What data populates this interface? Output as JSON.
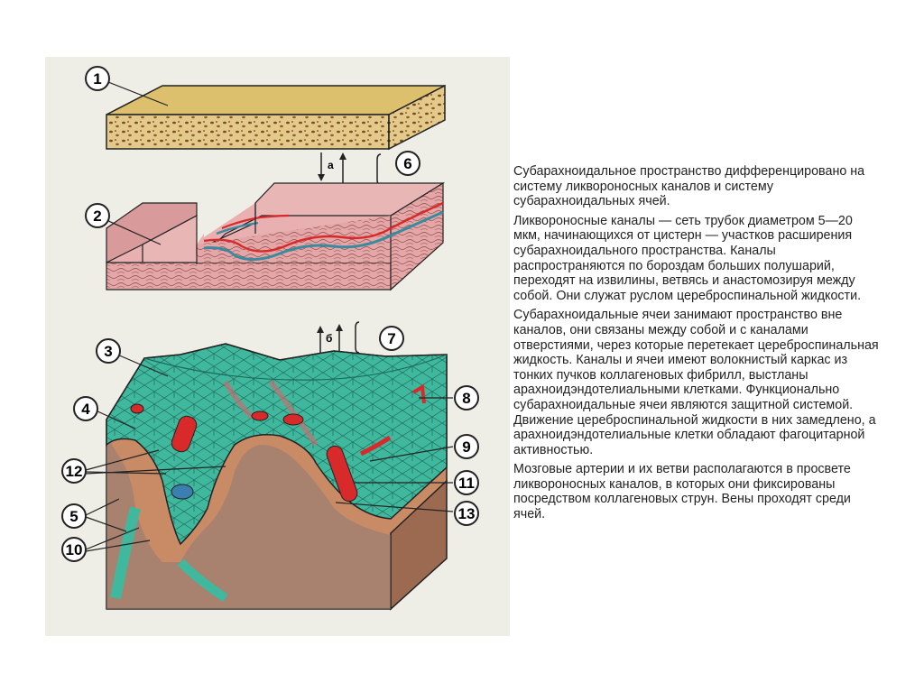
{
  "diagram": {
    "callouts": [
      {
        "id": "c1",
        "text": "1"
      },
      {
        "id": "c2",
        "text": "2"
      },
      {
        "id": "c3",
        "text": "3"
      },
      {
        "id": "c4",
        "text": "4"
      },
      {
        "id": "c5",
        "text": "5"
      },
      {
        "id": "c6",
        "text": "6"
      },
      {
        "id": "c7",
        "text": "7"
      },
      {
        "id": "c8",
        "text": "8"
      },
      {
        "id": "c9",
        "text": "9"
      },
      {
        "id": "c10",
        "text": "10"
      },
      {
        "id": "c11",
        "text": "11"
      },
      {
        "id": "c12",
        "text": "12"
      },
      {
        "id": "c13",
        "text": "13"
      }
    ],
    "arrow_labels": {
      "a": "а",
      "b": "б"
    },
    "colors": {
      "panel_bg": "#efeee6",
      "bone": "#e3c98a",
      "arachnoid": "#e4a6a6",
      "subarachnoid": "#3fb89e",
      "brain": "#c98a66",
      "vessel": "#d82a2a",
      "vein": "#3a7fb0",
      "outline": "#222222"
    }
  },
  "description": {
    "paragraphs": [
      "Субарахноидальное пространство дифференцировано на систему ликвороносных каналов и систему субарахноидальных ячей.",
      "Ликвороносные каналы — сеть трубок диаметром 5—20 мкм, начинающихся от цистерн — участков расширения субарахноидального пространства. Каналы распространяются по бороздам больших полушарий, переходят на извилины, ветвясь и анастомозируя между собой. Они служат руслом цереброспинальной жидкости.",
      "Субарахноидальные ячеи занимают пространство вне каналов, они связаны между собой и с каналами отверстиями, через которые перетекает цереброспинальная жидкость. Каналы и ячеи имеют волокнистый каркас из тонких пучков коллагеновых фибрилл, выстланы арахноидэндотелиальными клетками. Функционально субарахноидальные ячеи являются защитной системой. Движение цереброспинальной жидкости в них замедлено, а арахноидэндотелиальные клетки обладают фагоцитарной активностью.",
      "Мозговые артерии и их ветви располагаются в просвете ликвороносных каналов, в которых они фиксированы посредством коллагеновых струн. Вены проходят среди ячей."
    ]
  }
}
